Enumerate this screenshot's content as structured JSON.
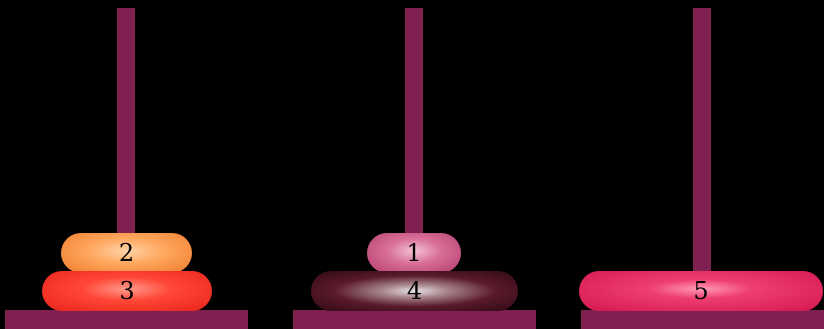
{
  "game": {
    "pegs": [
      {
        "disks_top_to_bottom": [
          {
            "label": "2",
            "color": "#ffa860"
          },
          {
            "label": "3",
            "color": "#ff4636"
          }
        ]
      },
      {
        "disks_top_to_bottom": [
          {
            "label": "1",
            "color": "#d87098"
          },
          {
            "label": "4",
            "color": "#5a1a2c"
          }
        ]
      },
      {
        "disks_top_to_bottom": [
          {
            "label": "5",
            "color": "#ee3e70"
          }
        ]
      }
    ],
    "colors": {
      "background": "#000000",
      "peg": "#7f2050"
    }
  }
}
